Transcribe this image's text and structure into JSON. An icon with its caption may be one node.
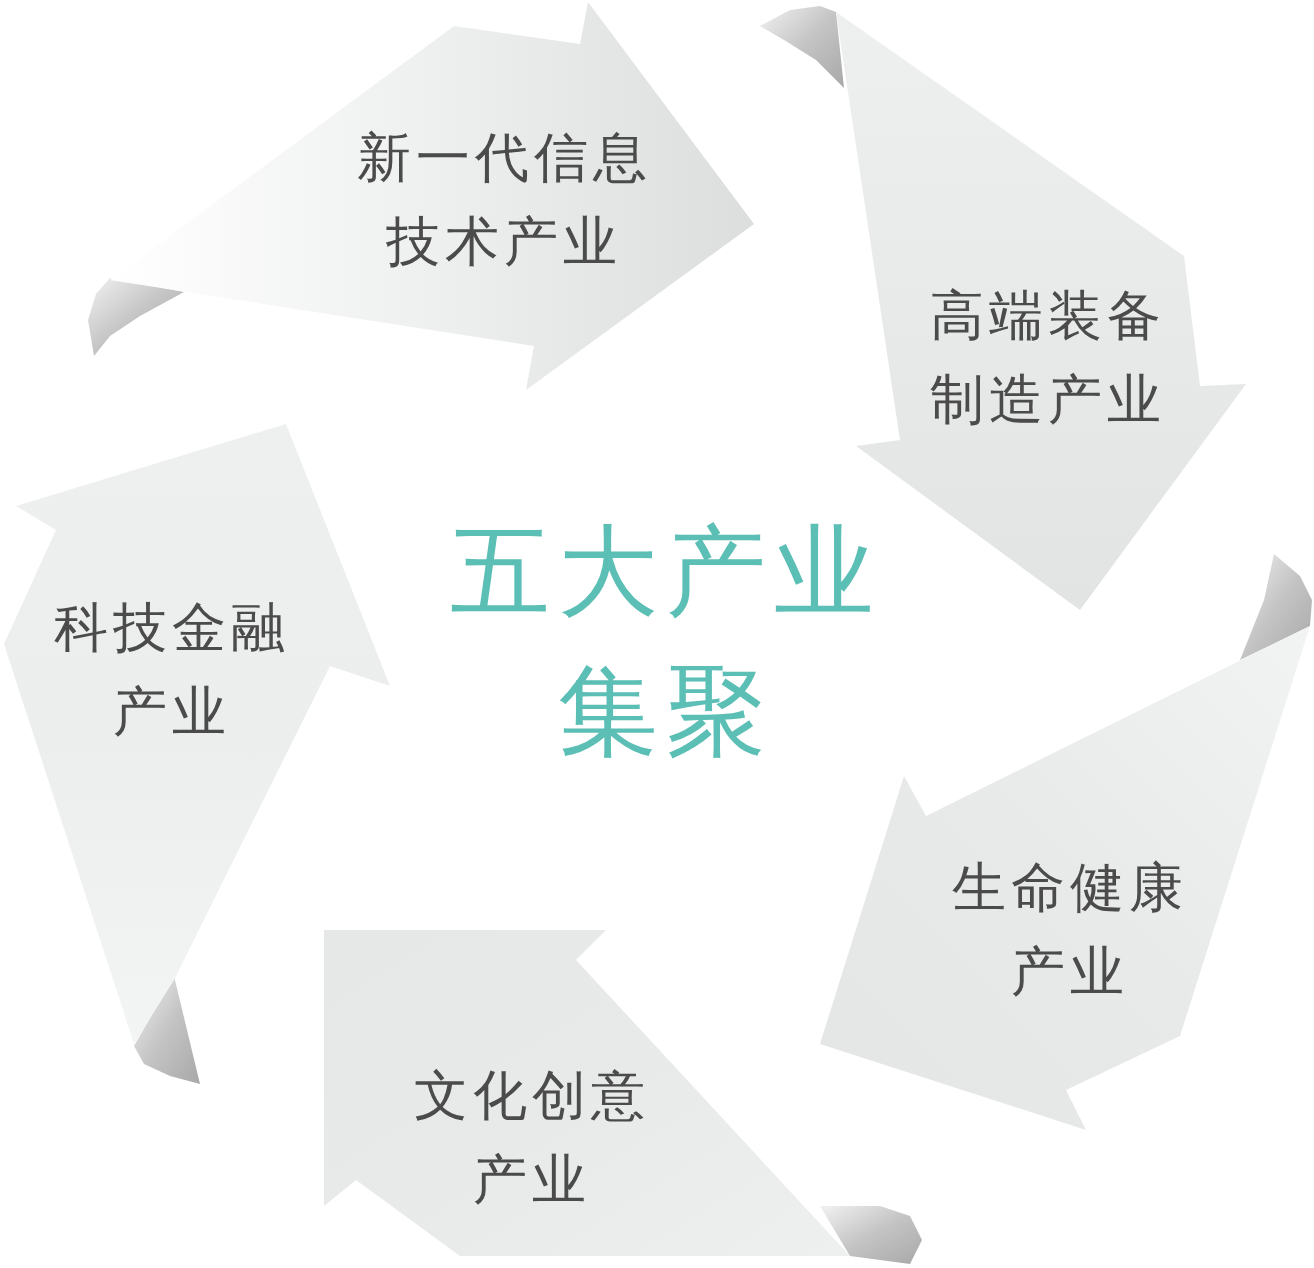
{
  "diagram": {
    "title": "五大产业集聚",
    "nodes": [
      {
        "text": [
          "新一代信息技术产业"
        ]
      },
      {
        "text": [
          "高端装备制造产业"
        ]
      },
      {
        "text": [
          "生命健康产业"
        ]
      },
      {
        "text": [
          "文化创意产业"
        ]
      },
      {
        "text": [
          "科技金融产业"
        ]
      }
    ]
  }
}
